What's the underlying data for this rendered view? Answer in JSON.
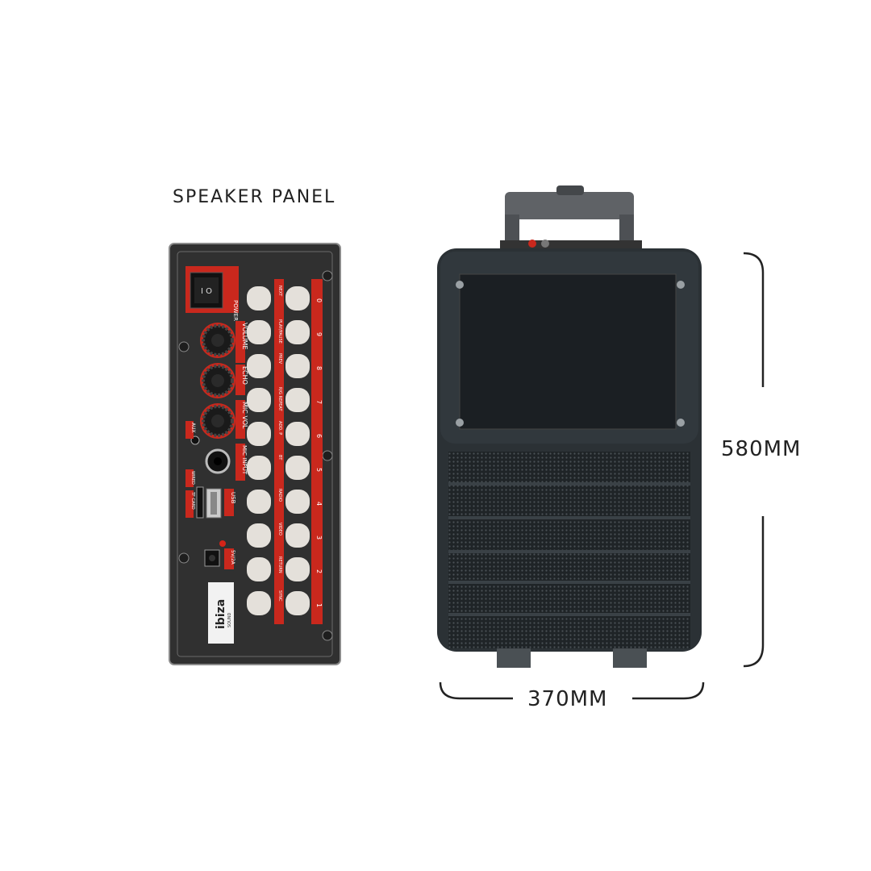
{
  "title": "SPEAKER PANEL",
  "dimensions": {
    "height": "580MM",
    "width": "370MM"
  },
  "panel": {
    "power_label": "POWER",
    "knob_labels": [
      "VOLUME",
      "ECHO",
      "MIC VOL"
    ],
    "mic_input_label": "MIC INPUT",
    "aux_label": "AUX",
    "wired_label": "WIRED",
    "tf_card_label": "TF CARD",
    "usb_label": "USB",
    "power_in_label": "5V/2A",
    "brand": "ibiza",
    "brand_sub": "SOUND",
    "func_labels": [
      "NEXT",
      "PLAY/PAUSE",
      "PREV",
      "R/G REPEAT",
      "ADD. P",
      "BT",
      "RADIO",
      "VIDEO",
      "RETURN",
      "SYNC"
    ],
    "number_labels": [
      "0",
      "9",
      "8",
      "7",
      "6",
      "5",
      "4",
      "3",
      "2",
      "1"
    ]
  },
  "colors": {
    "panel_bg": "#2b2b2b",
    "accent_red": "#d62418",
    "button": "#e4e0da",
    "cabinet": "#2e3438"
  }
}
